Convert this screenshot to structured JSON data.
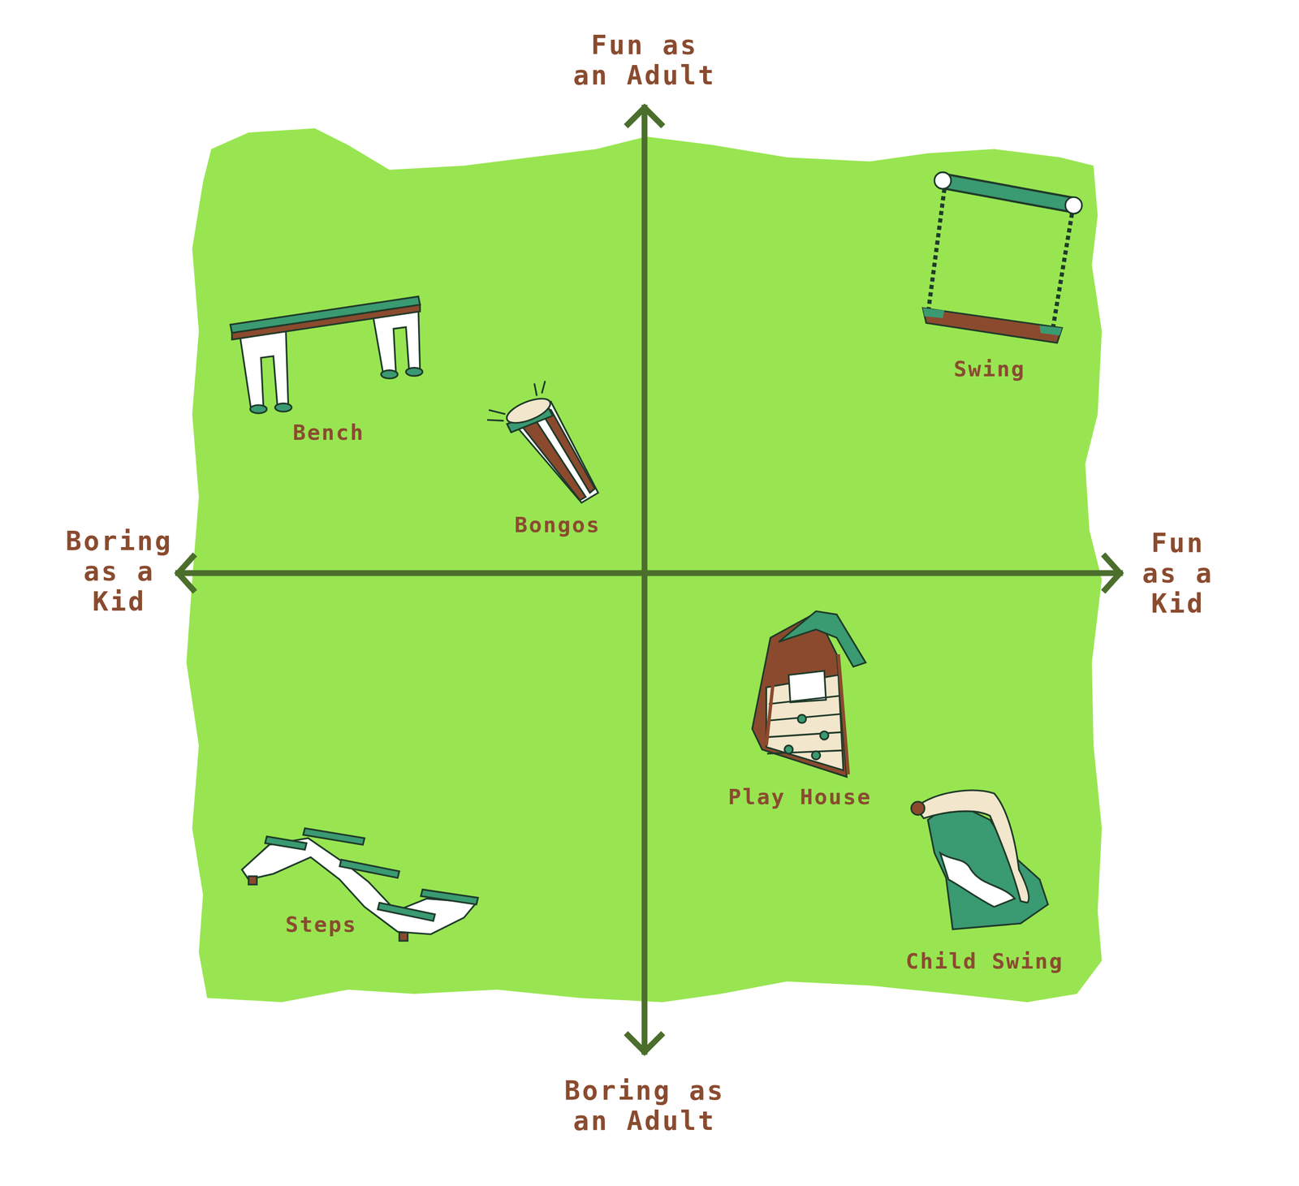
{
  "diagram": {
    "labels": [
      "Fun as an Adult",
      "Bench",
      "Bongos",
      "Swing",
      "Boring as a Kid",
      "Fun as a Kid",
      "Play House",
      "Steps",
      "Child Swing",
      "Boring as an Adult"
    ]
  }
}
